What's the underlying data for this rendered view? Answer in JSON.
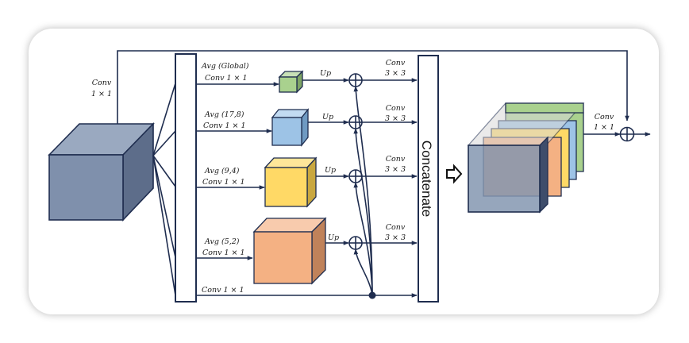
{
  "input_conv": {
    "line1": "Conv",
    "line2": "1 × 1"
  },
  "branches": [
    {
      "avg": "Avg (Global)",
      "conv": "Conv 1 × 1",
      "up": "Up",
      "conv3_line1": "Conv",
      "conv3_line2": "3 × 3"
    },
    {
      "avg": "Avg (17,8)",
      "conv": "Conv 1 × 1",
      "up": "Up",
      "conv3_line1": "Conv",
      "conv3_line2": "3 × 3"
    },
    {
      "avg": "Avg (9,4)",
      "conv": "Conv 1 × 1",
      "up": "Up",
      "conv3_line1": "Conv",
      "conv3_line2": "3 × 3"
    },
    {
      "avg": "Avg (5,2)",
      "conv": "Conv 1 × 1",
      "up": "Up",
      "conv3_line1": "Conv",
      "conv3_line2": "3 × 3"
    }
  ],
  "direct_conv": "Conv 1 × 1",
  "concat_label": "Concatenate",
  "output_conv": {
    "line1": "Conv",
    "line2": "1 × 1"
  },
  "colors": {
    "line": "#1f2d4f",
    "input_front": "#7f90ac",
    "cube_global": "#a9d18e",
    "cube_17_8": "#9dc3e6",
    "cube_9_4": "#ffd966",
    "cube_5_2": "#f4b183",
    "out_green": "#a9d18e",
    "out_blue": "#9dc3e6",
    "out_yellow": "#ffd966",
    "out_orange": "#f4b183",
    "out_gray": "#8497b0"
  }
}
